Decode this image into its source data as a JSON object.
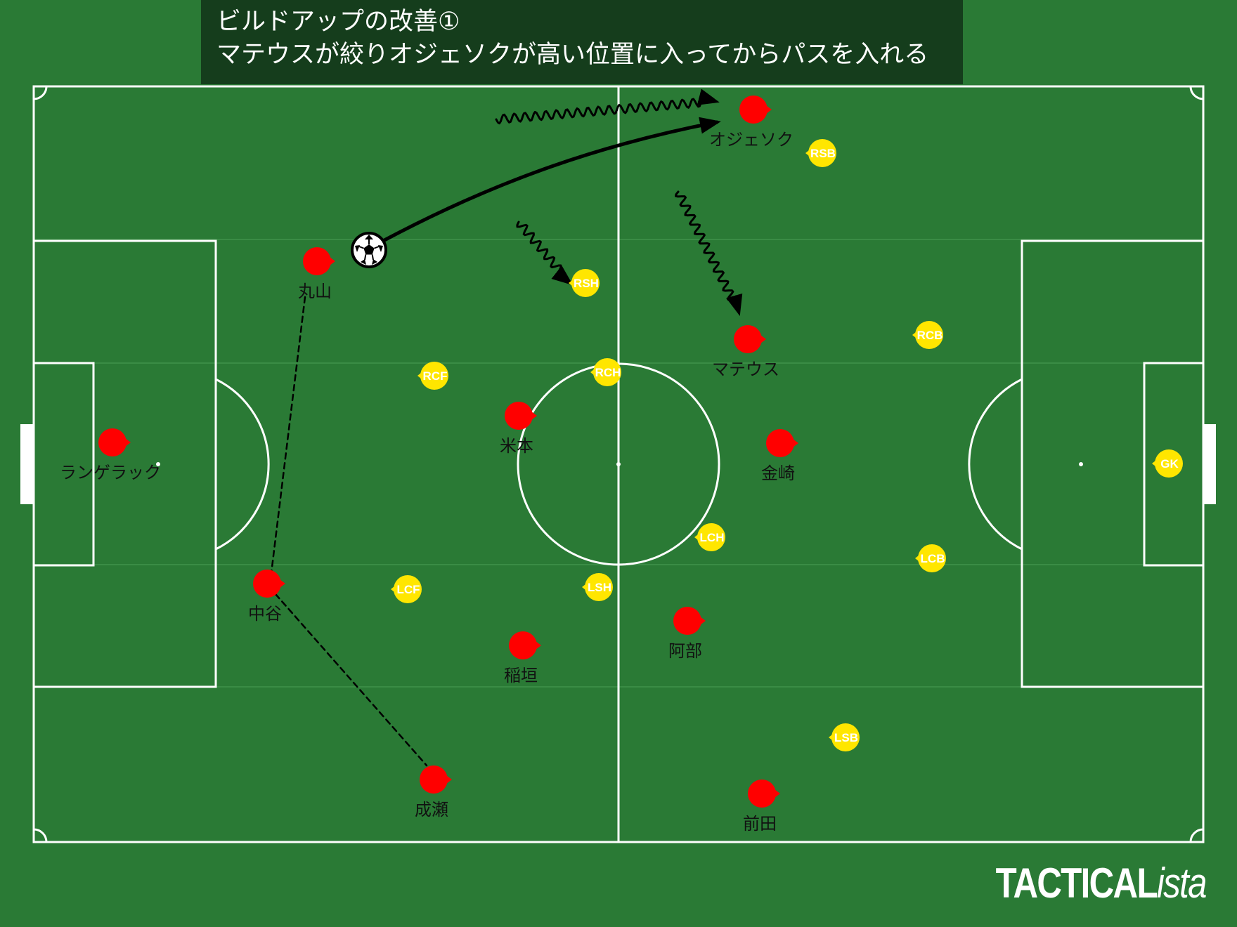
{
  "title": {
    "line1": "ビルドアップの改善①",
    "line2": "マテウスが絞りオジェソクが高い位置に入ってからパスを入れる"
  },
  "logo": {
    "main": "TACTICAL",
    "suffix": "ista"
  },
  "colors": {
    "pitch": "#2a7a35",
    "title_bg": "#153d1c",
    "lines": "#ffffff",
    "home_team": "#ff0000",
    "away_team": "#ffe600",
    "arrows": "#000000"
  },
  "home_players": [
    {
      "id": "langerak",
      "name": "ランゲラック"
    },
    {
      "id": "maruyama",
      "name": "丸山"
    },
    {
      "id": "nakatani",
      "name": "中谷"
    },
    {
      "id": "naruse",
      "name": "成瀬"
    },
    {
      "id": "yonemoto",
      "name": "米本"
    },
    {
      "id": "inagaki",
      "name": "稲垣"
    },
    {
      "id": "oh-jae-suk",
      "name": "オジェソク"
    },
    {
      "id": "mateus",
      "name": "マテウス"
    },
    {
      "id": "kanazaki",
      "name": "金崎"
    },
    {
      "id": "abe",
      "name": "阿部"
    },
    {
      "id": "maeda",
      "name": "前田"
    }
  ],
  "away_players": [
    {
      "id": "rsb",
      "label": "RSB"
    },
    {
      "id": "rsh",
      "label": "RSH"
    },
    {
      "id": "rcb",
      "label": "RCB"
    },
    {
      "id": "rcf",
      "label": "RCF"
    },
    {
      "id": "rch",
      "label": "RCH"
    },
    {
      "id": "gk",
      "label": "GK"
    },
    {
      "id": "lch",
      "label": "LCH"
    },
    {
      "id": "lcb",
      "label": "LCB"
    },
    {
      "id": "lcf",
      "label": "LCF"
    },
    {
      "id": "lsh",
      "label": "LSH"
    },
    {
      "id": "lsb",
      "label": "LSB"
    }
  ],
  "arrows": [
    {
      "id": "pass-maruyama-to-oh-jae-suk",
      "style": "solid-curve",
      "from": "maruyama",
      "to": "oh-jae-suk"
    },
    {
      "id": "run-oh-jae-suk",
      "style": "wavy",
      "player": "oh-jae-suk"
    },
    {
      "id": "run-rsh",
      "style": "wavy",
      "player": "rsh"
    },
    {
      "id": "run-mateus",
      "style": "wavy",
      "player": "mateus"
    },
    {
      "id": "link-maruyama-nakatani",
      "style": "dashed",
      "from": "maruyama",
      "to": "nakatani"
    },
    {
      "id": "link-nakatani-naruse",
      "style": "dashed",
      "from": "nakatani",
      "to": "naruse"
    }
  ]
}
